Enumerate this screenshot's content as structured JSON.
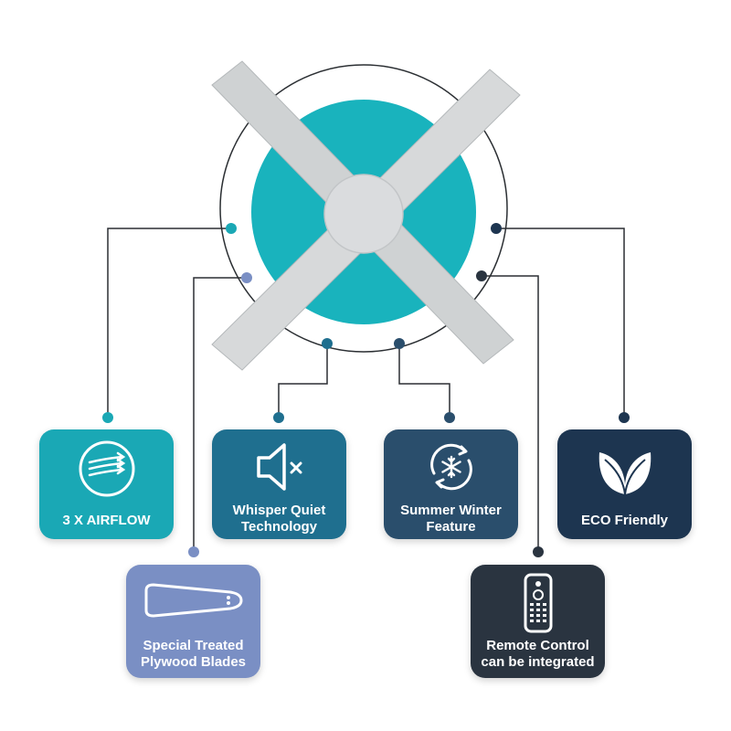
{
  "colors": {
    "teal": "#1aa8b5",
    "blue_teal": "#1f6f8f",
    "steel_blue": "#2a4e6c",
    "navy": "#1d3550",
    "periwinkle": "#7a8fc4",
    "charcoal": "#2a3440",
    "blade": "#cfd2d3",
    "hub": "#dadcde",
    "fan_disc": "#19b3bd"
  },
  "features": [
    {
      "id": "airflow",
      "line1": "3 X AIRFLOW",
      "line2": "",
      "icon": "airflow-icon",
      "color": "#1aa8b5"
    },
    {
      "id": "blades",
      "line1": "Special Treated",
      "line2": "Plywood Blades",
      "icon": "blade-icon",
      "color": "#7a8fc4"
    },
    {
      "id": "quiet",
      "line1": "Whisper Quiet",
      "line2": "Technology",
      "icon": "speaker-mute-icon",
      "color": "#1f6f8f"
    },
    {
      "id": "summer_winter",
      "line1": "Summer Winter",
      "line2": "Feature",
      "icon": "snowflake-cycle-icon",
      "color": "#2a4e6c"
    },
    {
      "id": "eco",
      "line1": "ECO Friendly",
      "line2": "",
      "icon": "leaves-icon",
      "color": "#1d3550"
    },
    {
      "id": "remote",
      "line1": "Remote Control",
      "line2": "can be integrated",
      "icon": "remote-control-icon",
      "color": "#2a3440"
    }
  ]
}
